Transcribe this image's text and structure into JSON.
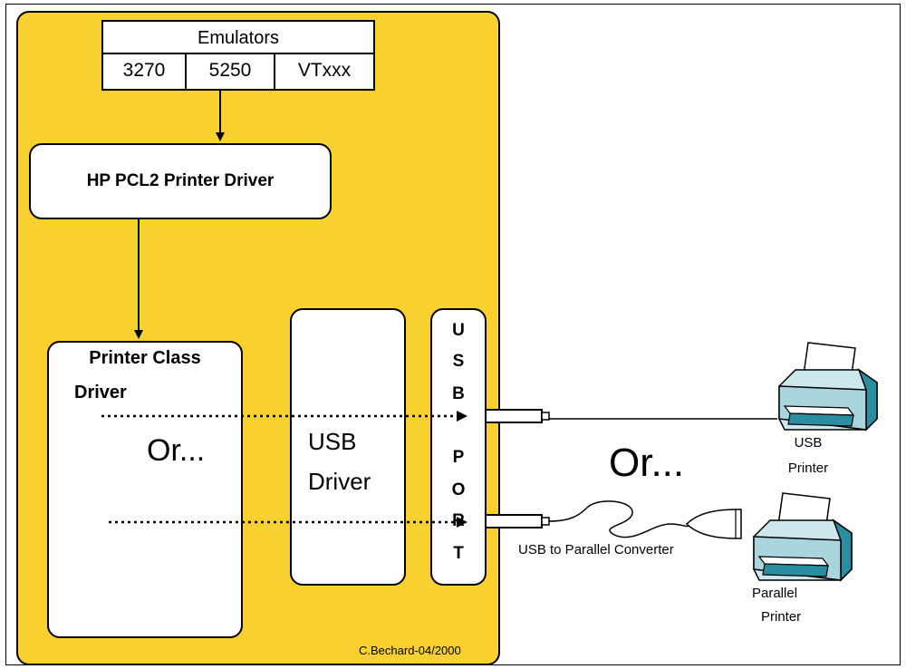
{
  "emulators": {
    "title": "Emulators",
    "items": [
      "3270",
      "5250",
      "VTxxx"
    ]
  },
  "hp_driver": {
    "label": "HP PCL2 Printer Driver"
  },
  "printer_class": {
    "line1": "Printer Class",
    "line2": "Driver",
    "or": "Or..."
  },
  "usb_driver": {
    "line1": "USB",
    "line2": "Driver"
  },
  "usb_port": {
    "letters": [
      "U",
      "S",
      "B",
      "P",
      "O",
      "R",
      "T"
    ]
  },
  "middle_or": "Or...",
  "usb_printer": {
    "line1": "USB",
    "line2": "Printer"
  },
  "converter": {
    "label": "USB to Parallel Converter"
  },
  "parallel_printer": {
    "line1": "Parallel",
    "line2": "Printer"
  },
  "credit": "C.Bechard-04/2000",
  "colors": {
    "background_panel": "#f8d030",
    "printer_body": "#cce8ec",
    "printer_dark": "#2a8da0"
  },
  "icons": [
    "usb-printer-icon",
    "parallel-printer-icon",
    "usb-plug-icon",
    "parallel-connector-icon"
  ]
}
